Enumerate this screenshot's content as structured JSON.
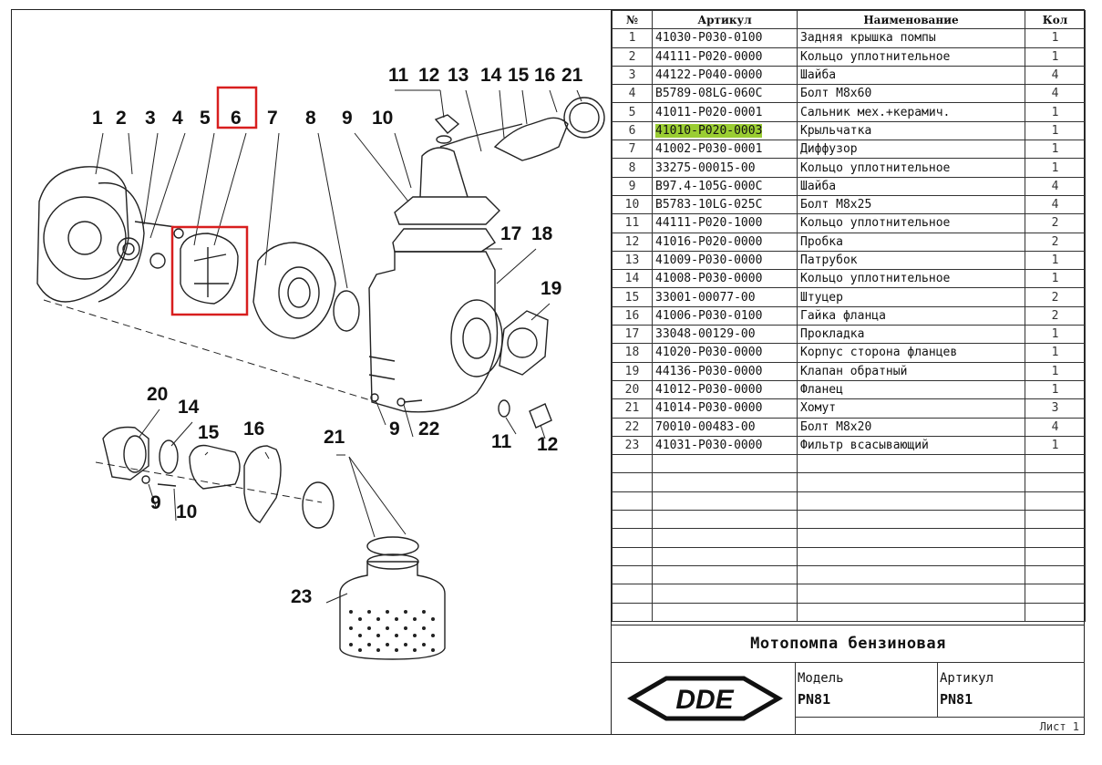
{
  "table": {
    "headers": {
      "num": "№",
      "art": "Артикул",
      "name": "Наименование",
      "qty": "Кол"
    },
    "rows": [
      {
        "num": "1",
        "art": "41030-P030-0100",
        "name": "Задняя крышка помпы",
        "qty": "1"
      },
      {
        "num": "2",
        "art": "44111-P020-0000",
        "name": "Кольцо уплотнительное",
        "qty": "1"
      },
      {
        "num": "3",
        "art": "44122-P040-0000",
        "name": "Шайба",
        "qty": "4"
      },
      {
        "num": "4",
        "art": "B5789-08LG-060C",
        "name": "Болт M8x60",
        "qty": "4"
      },
      {
        "num": "5",
        "art": "41011-P020-0001",
        "name": "Сальник мех.+керамич.",
        "qty": "1"
      },
      {
        "num": "6",
        "art": "41010-P020-0003",
        "name": "Крыльчатка",
        "qty": "1",
        "highlight": true
      },
      {
        "num": "7",
        "art": "41002-P030-0001",
        "name": "Диффузор",
        "qty": "1"
      },
      {
        "num": "8",
        "art": "33275-00015-00",
        "name": "Кольцо уплотнительное",
        "qty": "1"
      },
      {
        "num": "9",
        "art": "B97.4-105G-000C",
        "name": "Шайба",
        "qty": "4"
      },
      {
        "num": "10",
        "art": "B5783-10LG-025C",
        "name": "Болт M8x25",
        "qty": "4"
      },
      {
        "num": "11",
        "art": "44111-P020-1000",
        "name": "Кольцо уплотнительное",
        "qty": "2"
      },
      {
        "num": "12",
        "art": "41016-P020-0000",
        "name": "Пробка",
        "qty": "2"
      },
      {
        "num": "13",
        "art": "41009-P030-0000",
        "name": "Патрубок",
        "qty": "1"
      },
      {
        "num": "14",
        "art": "41008-P030-0000",
        "name": "Кольцо уплотнительное",
        "qty": "1"
      },
      {
        "num": "15",
        "art": "33001-00077-00",
        "name": "Штуцер",
        "qty": "2"
      },
      {
        "num": "16",
        "art": "41006-P030-0100",
        "name": "Гайка фланца",
        "qty": "2"
      },
      {
        "num": "17",
        "art": "33048-00129-00",
        "name": "Прокладка",
        "qty": "1"
      },
      {
        "num": "18",
        "art": "41020-P030-0000",
        "name": "Корпус сторона фланцев",
        "qty": "1"
      },
      {
        "num": "19",
        "art": "44136-P030-0000",
        "name": "Клапан обратный",
        "qty": "1"
      },
      {
        "num": "20",
        "art": "41012-P030-0000",
        "name": "Фланец",
        "qty": "1"
      },
      {
        "num": "21",
        "art": "41014-P030-0000",
        "name": "Хомут",
        "qty": "3"
      },
      {
        "num": "22",
        "art": "70010-00483-00",
        "name": "Болт M8x20",
        "qty": "4"
      },
      {
        "num": "23",
        "art": "41031-P030-0000",
        "name": "Фильтр всасывающий",
        "qty": "1"
      }
    ],
    "empty_rows": 9
  },
  "title_block": {
    "product": "Мотопомпа бензиновая",
    "logo_text": "DDE",
    "model_label": "Модель",
    "model_value": "PN81",
    "artikul_label": "Артикул",
    "artikul_value": "PN81",
    "sheet": "Лист 1"
  },
  "diagram": {
    "callouts": [
      "1",
      "2",
      "3",
      "4",
      "5",
      "6",
      "7",
      "8",
      "9",
      "10",
      "11",
      "12",
      "13",
      "14",
      "15",
      "16",
      "21",
      "17",
      "18",
      "19",
      "20",
      "14",
      "15",
      "16",
      "21",
      "9",
      "22",
      "11",
      "12",
      "9",
      "10",
      "23"
    ],
    "highlight_color": "#D81E1E",
    "highlighted_part": "6"
  }
}
